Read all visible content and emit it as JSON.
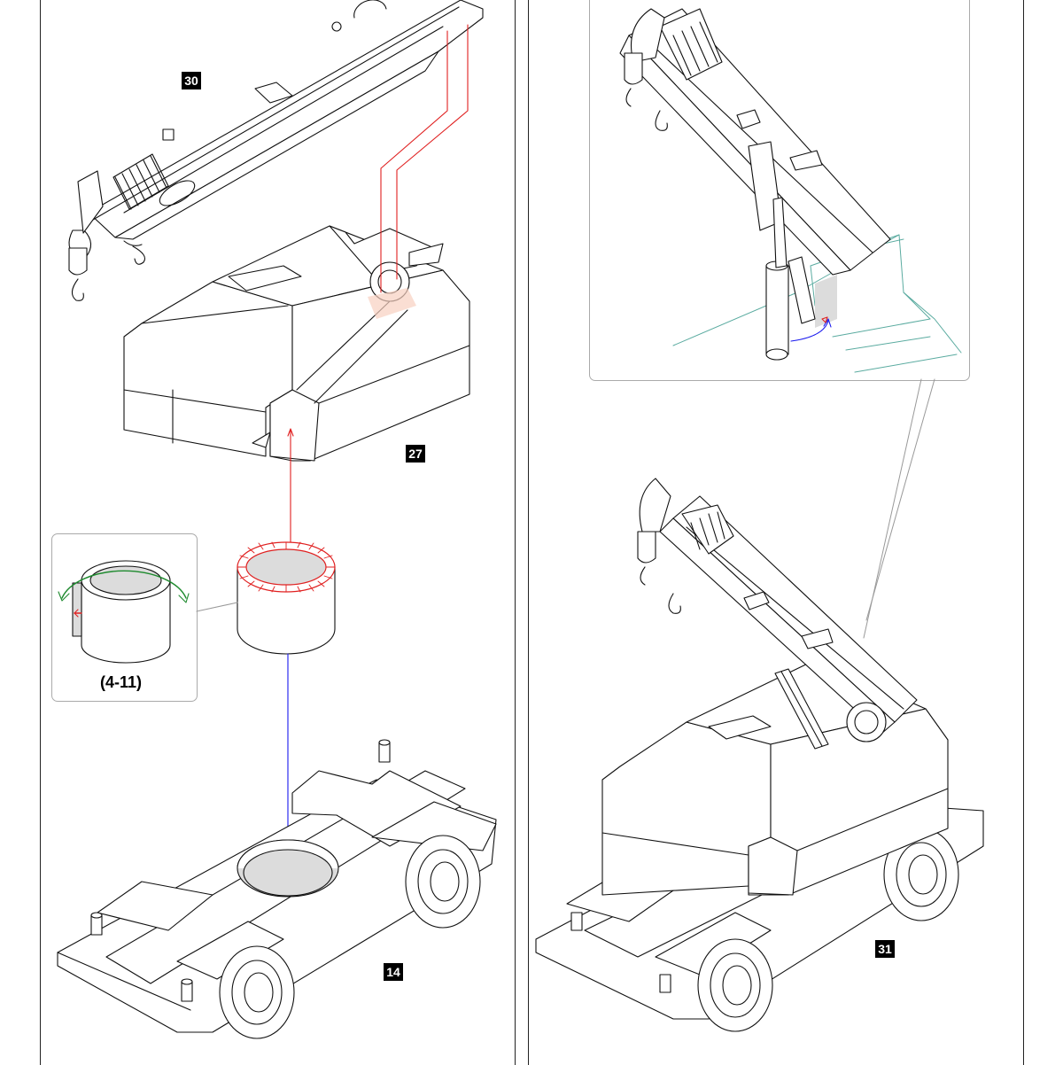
{
  "steps": {
    "boom": "30",
    "cab": "27",
    "chassis": "14",
    "assembled": "31"
  },
  "detail": {
    "label": "(4-11)"
  },
  "colors": {
    "glue_guide_red": "#e02020",
    "insert_arrow_blue": "#1a1aee",
    "rotate_arrow_green": "#1e8a2e",
    "inset_outline_teal": "#5aaba0",
    "shade_grey": "#dcdcdc"
  }
}
